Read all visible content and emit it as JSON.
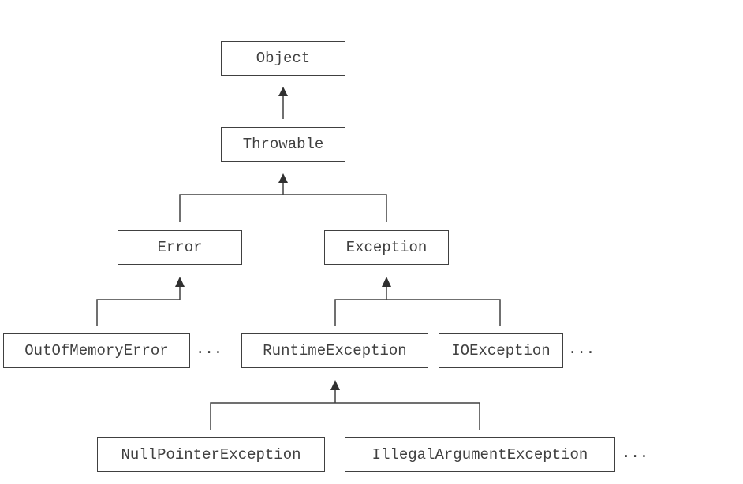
{
  "diagram": {
    "nodes": {
      "object": "Object",
      "throwable": "Throwable",
      "error": "Error",
      "exception": "Exception",
      "out_of_memory_error": "OutOfMemoryError",
      "runtime_exception": "RuntimeException",
      "io_exception": "IOException",
      "null_pointer_exception": "NullPointerException",
      "illegal_argument_exception": "IllegalArgumentException"
    },
    "ellipses": {
      "after_out_of_memory_error": "...",
      "after_io_exception": "...",
      "after_illegal_argument_exception": "..."
    },
    "edges": [
      {
        "child": "Throwable",
        "parent": "Object"
      },
      {
        "child": "Error",
        "parent": "Throwable"
      },
      {
        "child": "Exception",
        "parent": "Throwable"
      },
      {
        "child": "OutOfMemoryError",
        "parent": "Error"
      },
      {
        "child": "RuntimeException",
        "parent": "Exception"
      },
      {
        "child": "IOException",
        "parent": "Exception"
      },
      {
        "child": "NullPointerException",
        "parent": "RuntimeException"
      },
      {
        "child": "IllegalArgumentException",
        "parent": "RuntimeException"
      }
    ]
  }
}
